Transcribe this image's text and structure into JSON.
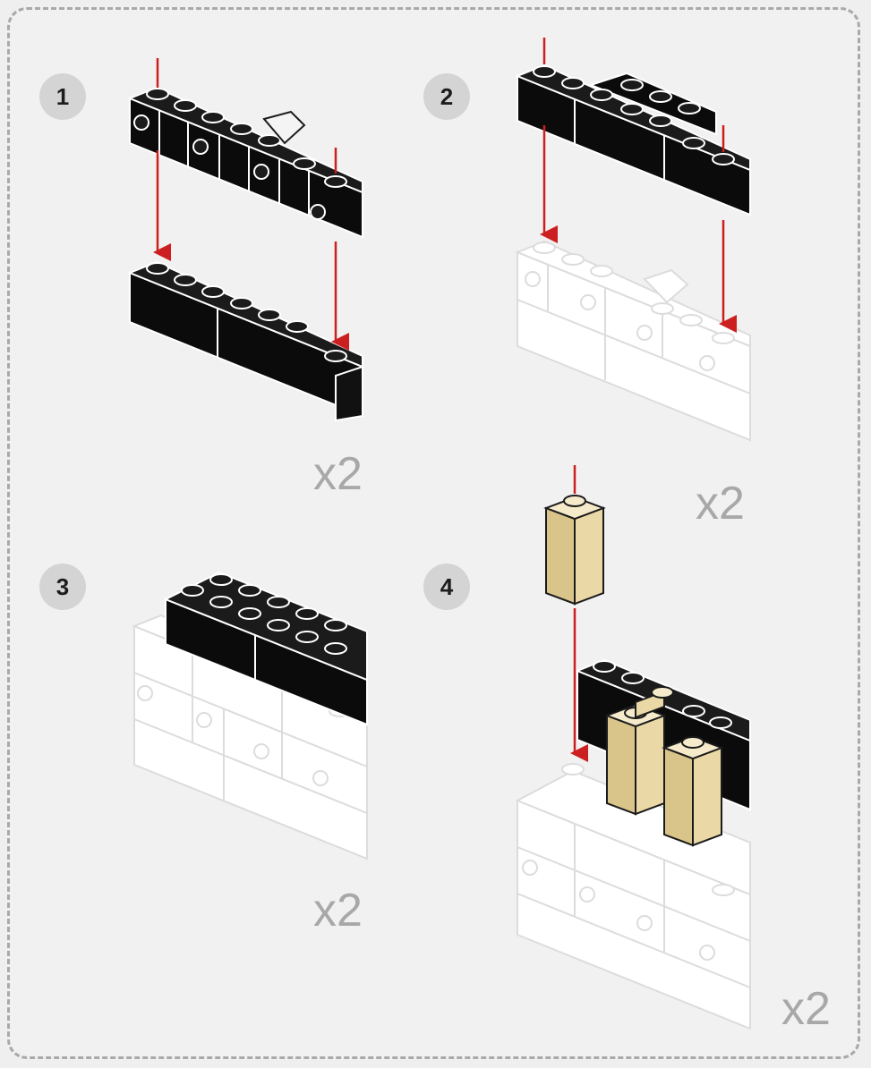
{
  "steps": [
    {
      "number": "1",
      "multiplier": "x2"
    },
    {
      "number": "2",
      "multiplier": "x2"
    },
    {
      "number": "3",
      "multiplier": "x2"
    },
    {
      "number": "4",
      "multiplier": "x2"
    }
  ],
  "colors": {
    "black_brick": "#0b0b0b",
    "ghost_brick": "#ffffff",
    "tan_brick": "#ead9a6",
    "arrow": "#cc1f1f",
    "outline_ghost": "#dcdcdc"
  },
  "icons": [
    "arrow-down-icon"
  ]
}
